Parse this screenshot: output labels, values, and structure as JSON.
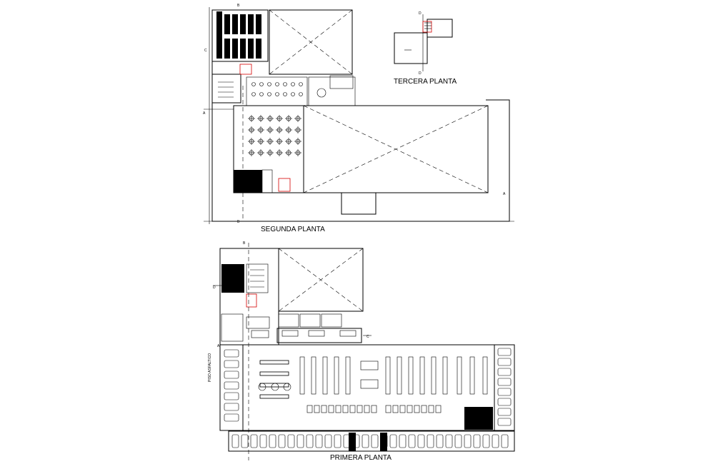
{
  "floors": {
    "third": {
      "title": "TERCERA PLANTA"
    },
    "second": {
      "title": "SEGUNDA PLANTA"
    },
    "first": {
      "title": "PRIMERA PLANTA",
      "side_note": "PISO ASFALTICO"
    }
  },
  "section_marks": [
    "A",
    "B",
    "C",
    "D"
  ],
  "colors": {
    "line": "#000000",
    "accent": "#d40000",
    "background": "#ffffff"
  }
}
